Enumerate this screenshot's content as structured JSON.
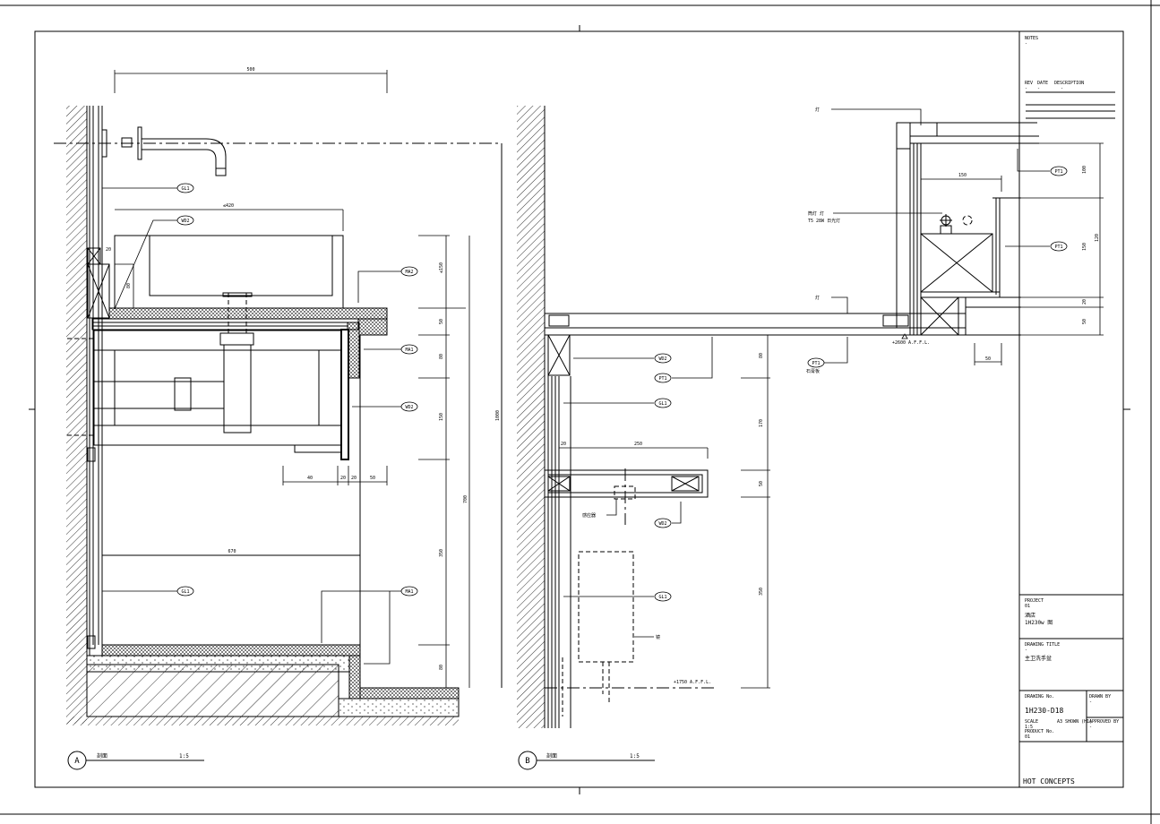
{
  "drawing": {
    "section_a": {
      "marker": "A",
      "title": "剖面",
      "scale": "1:5",
      "tags": {
        "gl1_top": "GL1",
        "wd2_top": "WD2",
        "ma2": "MA2",
        "ma1_top": "MA1",
        "wd2_right": "WD2",
        "gl1_bottom": "GL1",
        "ma1_bottom": "MA1"
      },
      "dims": {
        "overall_width": "500",
        "basin_width": "≤420",
        "d20": "20",
        "d80": "80",
        "h_basin": "≤150",
        "h_top": "50",
        "h_apron": "80",
        "h_cab": "150",
        "h_lower": "350",
        "h_plinth": "80",
        "h_total_lower": "700",
        "h_total": "1000",
        "b40": "40",
        "b20a": "20",
        "b20b": "20",
        "b50": "50",
        "w670": "670"
      }
    },
    "section_b": {
      "marker": "B",
      "title": "剖面",
      "scale": "1:5",
      "tags": {
        "pt1_top": "PT1",
        "pt1_mid": "PT1",
        "pt1_ceiling": "PT1",
        "wd2_a": "WD2",
        "pt1_b": "PT1",
        "gl1_a": "GL1",
        "wd2_b": "WD2",
        "gl1_b": "GL1"
      },
      "notes": {
        "light_label": "灯",
        "light2_label": "灯",
        "fixture_line1": "筒灯 灯",
        "fixture_line2": "T5 28W 日光灯",
        "ceiling_level": "+2600 A.F.F.L.",
        "ceiling_note": "石膏板",
        "shelf_note": "感应器",
        "mirror_note": "镜",
        "floor_level": "+1750 A.F.F.L."
      },
      "dims": {
        "d150": "150",
        "d100": "100",
        "d120": "120",
        "d20": "20",
        "d50": "50",
        "d50b": "50",
        "d80": "80",
        "d170": "170",
        "d250": "250",
        "d20b": "20",
        "d50c": "50",
        "d350": "350"
      }
    }
  },
  "title_block": {
    "notes_label": "NOTES",
    "notes_value": "-",
    "rev_label": "REV",
    "rev_value": "-",
    "date_label": "DATE",
    "date_value": "-",
    "description_label": "DESCRIPTION",
    "description_value": "-",
    "project_label": "PROJECT",
    "project_no": "01",
    "project_name": "酒店",
    "project_code": "1H230w 图",
    "drawing_title_label": "DRAWING TITLE",
    "drawing_title_no": "-",
    "drawing_title": "主卫洗手盆",
    "drawing_no_label": "DRAWING No.",
    "drawing_no": "1H230-D18",
    "drawn_by_label": "DRAWN BY",
    "drawn_by": "-",
    "scale_label": "SCALE",
    "scale_value": "1:5",
    "paper": "A3 SHOWN (H1)",
    "approved_label": "APPROVED BY",
    "approved_by": "-",
    "product_label": "PRODUCT No.",
    "product_no": "01",
    "company": "HOT CONCEPTS"
  }
}
